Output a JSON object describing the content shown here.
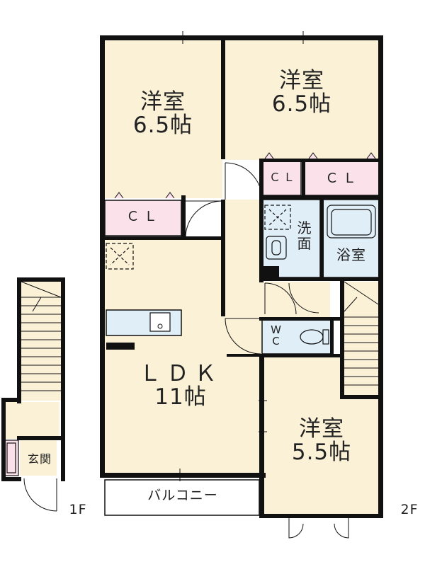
{
  "rooms": {
    "western_left": {
      "name": "洋室",
      "size": "6.5帖"
    },
    "western_right": {
      "name": "洋室",
      "size": "6.5帖"
    },
    "western_bottom": {
      "name": "洋室",
      "size": "5.5帖"
    },
    "ldk": {
      "name": "ＬＤＫ",
      "size": "11帖"
    }
  },
  "closets": {
    "left": "ＣＬ",
    "right_small": "ＣＬ",
    "right_large": "ＣＬ"
  },
  "utility": {
    "washroom_line1": "洗",
    "washroom_line2": "面",
    "bath": "浴室",
    "wc_line1": "W",
    "wc_line2": "C",
    "entrance": "玄関",
    "balcony": "バルコニー"
  },
  "floors": {
    "first": "1F",
    "second": "2F"
  },
  "colors": {
    "room_fill": "#fbf1d7",
    "closet_fill": "#fbe1ea",
    "wet_fill": "#e0eef8",
    "wall": "#111111"
  }
}
